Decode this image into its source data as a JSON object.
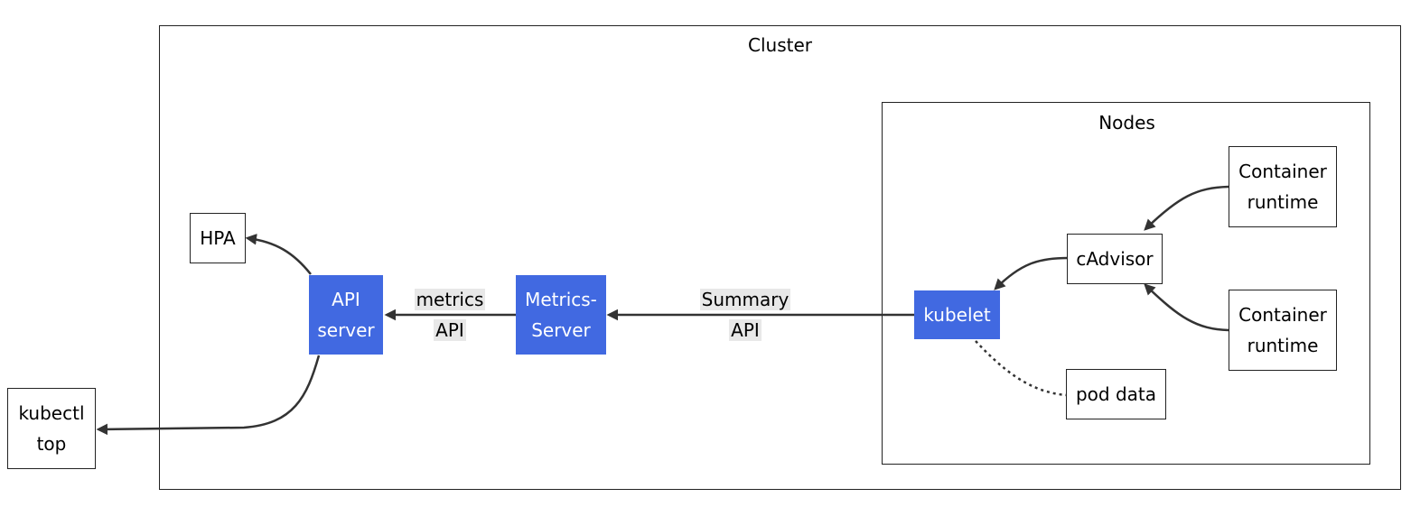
{
  "groups": {
    "cluster": {
      "title": "Cluster"
    },
    "nodes": {
      "title": "Nodes"
    }
  },
  "nodes": {
    "hpa": {
      "label": "HPA"
    },
    "api_server": {
      "label": "API\nserver"
    },
    "metrics_server": {
      "label": "Metrics-\nServer"
    },
    "kubelet": {
      "label": "kubelet"
    },
    "cadvisor": {
      "label": "cAdvisor"
    },
    "container_runtime_1": {
      "label": "Container\nruntime"
    },
    "container_runtime_2": {
      "label": "Container\nruntime"
    },
    "pod_data": {
      "label": "pod data"
    },
    "kubectl_top": {
      "label": "kubectl\ntop"
    }
  },
  "edges": {
    "metrics_api": {
      "label_line1": "metrics",
      "label_line2": "API"
    },
    "summary_api": {
      "label_line1": "Summary",
      "label_line2": "API"
    }
  },
  "colors": {
    "accent_node": "#4169e1",
    "edge": "#333333"
  }
}
